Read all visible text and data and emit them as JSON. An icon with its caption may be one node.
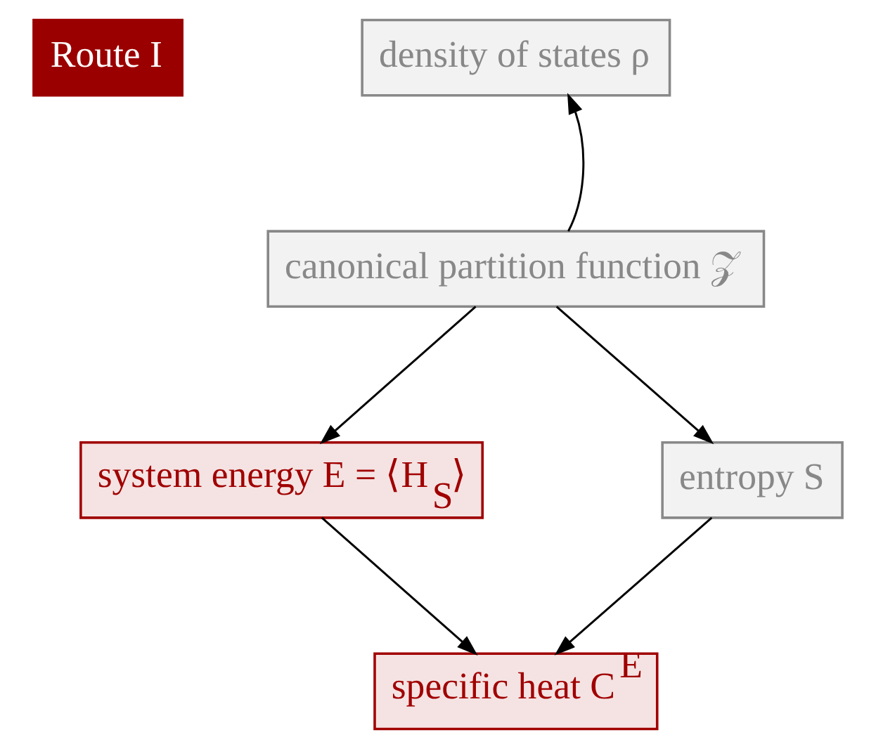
{
  "diagram": {
    "nodes": [
      {
        "text": [
          "Route I"
        ]
      },
      {
        "text": [
          "density of states ρ"
        ]
      },
      {
        "text": [
          "canonical partition function 𝒵"
        ]
      },
      {
        "text": [
          "system energy E = ⟨H$_{S}$⟩"
        ]
      },
      {
        "text": [
          "entropy S"
        ]
      },
      {
        "text": [
          "specific heat C$^{E}$"
        ]
      }
    ],
    "edges": [
      {
        "from": 2,
        "to": 1,
        "arrow": "to"
      },
      {
        "from": 2,
        "to": 3,
        "arrow": "to"
      },
      {
        "from": 2,
        "to": 4,
        "arrow": "to"
      },
      {
        "from": 3,
        "to": 5,
        "arrow": "to"
      },
      {
        "from": 4,
        "to": 5,
        "arrow": "to"
      }
    ]
  }
}
